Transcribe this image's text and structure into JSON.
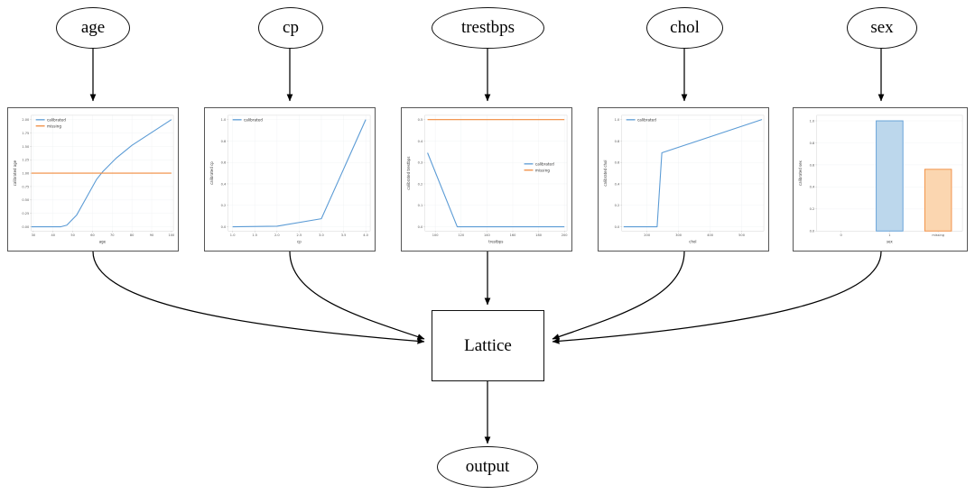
{
  "graph": {
    "input_nodes": [
      {
        "id": "age",
        "label": "age"
      },
      {
        "id": "cp",
        "label": "cp"
      },
      {
        "id": "trestbps",
        "label": "trestbps"
      },
      {
        "id": "chol",
        "label": "chol"
      },
      {
        "id": "sex",
        "label": "sex"
      }
    ],
    "lattice_label": "Lattice",
    "output_label": "output",
    "edge_color": "#000000"
  },
  "series_colors": {
    "calibrated": "#5b9bd5",
    "missing": "#f08a3c",
    "calibrated_fill": "#bcd7ec",
    "missing_fill": "#fbd6b0"
  },
  "chart_data": [
    {
      "type": "line",
      "feature": "age",
      "title": "",
      "xlabel": "age",
      "ylabel": "calibrated age",
      "xlim": [
        29,
        101
      ],
      "ylim": [
        -0.08,
        2.08
      ],
      "xticks": [
        30,
        40,
        50,
        60,
        70,
        80,
        90,
        100
      ],
      "yticks": [
        0.0,
        0.25,
        0.5,
        0.75,
        1.0,
        1.25,
        1.5,
        1.75,
        2.0
      ],
      "ytick_labels": [
        "0.00",
        "0.25",
        "0.50",
        "0.75",
        "1.00",
        "1.25",
        "1.50",
        "1.75",
        "2.00"
      ],
      "xtick_labels": [
        "30",
        "40",
        "50",
        "60",
        "70",
        "80",
        "90",
        "100"
      ],
      "grid": true,
      "legend": [
        "calibrated",
        "missing"
      ],
      "legend_position": "upper left",
      "series": [
        {
          "name": "calibrated",
          "x": [
            29,
            44,
            47,
            52,
            57,
            62,
            65,
            72,
            80,
            90,
            100
          ],
          "y": [
            0.0,
            0.0,
            0.03,
            0.22,
            0.55,
            0.88,
            1.02,
            1.28,
            1.52,
            1.76,
            2.0
          ]
        },
        {
          "name": "missing",
          "x": [
            29,
            100
          ],
          "y": [
            1.0,
            1.0
          ]
        }
      ]
    },
    {
      "type": "line",
      "feature": "cp",
      "title": "",
      "xlabel": "cp",
      "ylabel": "calibrated cp",
      "xlim": [
        0.9,
        4.1
      ],
      "ylim": [
        -0.04,
        1.04
      ],
      "xticks": [
        1.0,
        1.5,
        2.0,
        2.5,
        3.0,
        3.5,
        4.0
      ],
      "yticks": [
        0.0,
        0.2,
        0.4,
        0.6,
        0.8,
        1.0
      ],
      "ytick_labels": [
        "0.0",
        "0.2",
        "0.4",
        "0.6",
        "0.8",
        "1.0"
      ],
      "xtick_labels": [
        "1.0",
        "1.5",
        "2.0",
        "2.5",
        "3.0",
        "3.5",
        "4.0"
      ],
      "grid": true,
      "legend": [
        "calibrated"
      ],
      "legend_position": "upper left",
      "series": [
        {
          "name": "calibrated",
          "x": [
            1.0,
            2.0,
            3.0,
            4.0
          ],
          "y": [
            0.0,
            0.005,
            0.075,
            1.0
          ]
        }
      ]
    },
    {
      "type": "line",
      "feature": "trestbps",
      "title": "",
      "xlabel": "trestbps",
      "ylabel": "calibrated trestbps",
      "xlim": [
        92,
        202
      ],
      "ylim": [
        -0.02,
        0.52
      ],
      "xticks": [
        100,
        120,
        140,
        160,
        180,
        200
      ],
      "yticks": [
        0.0,
        0.1,
        0.2,
        0.3,
        0.4,
        0.5
      ],
      "ytick_labels": [
        "0.0",
        "0.1",
        "0.2",
        "0.3",
        "0.4",
        "0.5"
      ],
      "xtick_labels": [
        "100",
        "120",
        "140",
        "160",
        "180",
        "200"
      ],
      "grid": true,
      "legend": [
        "calibrated",
        "missing"
      ],
      "legend_position": "center right",
      "series": [
        {
          "name": "calibrated",
          "x": [
            94,
            117,
            200
          ],
          "y": [
            0.345,
            0.0,
            0.0
          ]
        },
        {
          "name": "missing",
          "x": [
            94,
            200
          ],
          "y": [
            0.5,
            0.5
          ]
        }
      ]
    },
    {
      "type": "line",
      "feature": "chol",
      "title": "",
      "xlabel": "chol",
      "ylabel": "calibrated chol",
      "xlim": [
        120,
        570
      ],
      "ylim": [
        -0.04,
        1.04
      ],
      "xticks": [
        200,
        300,
        400,
        500
      ],
      "yticks": [
        0.0,
        0.2,
        0.4,
        0.6,
        0.8,
        1.0
      ],
      "ytick_labels": [
        "0.0",
        "0.2",
        "0.4",
        "0.6",
        "0.8",
        "1.0"
      ],
      "xtick_labels": [
        "200",
        "300",
        "400",
        "500"
      ],
      "grid": true,
      "legend": [
        "calibrated"
      ],
      "legend_position": "upper left",
      "series": [
        {
          "name": "calibrated",
          "x": [
            126,
            232,
            247,
            564
          ],
          "y": [
            0.0,
            0.0,
            0.69,
            1.0
          ]
        }
      ]
    },
    {
      "type": "bar",
      "feature": "sex",
      "title": "",
      "xlabel": "sex",
      "ylabel": "calibrated sex",
      "categories": [
        "0",
        "1",
        "missing"
      ],
      "values": [
        0.0,
        1.0,
        0.56
      ],
      "bar_colors": [
        "#bcd7ec",
        "#bcd7ec",
        "#fbd6b0"
      ],
      "bar_edge_colors": [
        "#5b9bd5",
        "#5b9bd5",
        "#f08a3c"
      ],
      "ylim": [
        0.0,
        1.05
      ],
      "yticks": [
        0.0,
        0.2,
        0.4,
        0.6,
        0.8,
        1.0
      ],
      "ytick_labels": [
        "0.0",
        "0.2",
        "0.4",
        "0.6",
        "0.8",
        "1.0"
      ],
      "xtick_labels": [
        "0",
        "1",
        "missing"
      ],
      "grid": true,
      "legend": [],
      "legend_position": "none"
    }
  ]
}
